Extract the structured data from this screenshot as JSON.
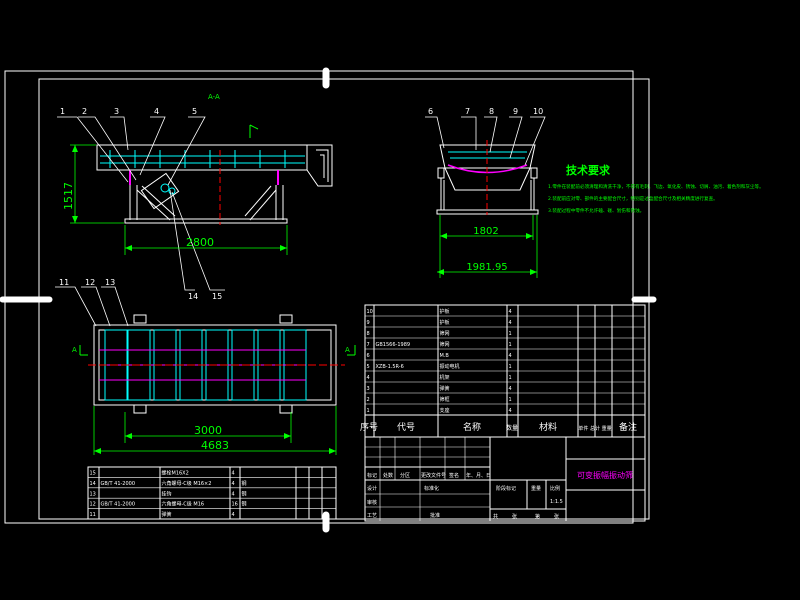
{
  "colors": {
    "background": "#000000",
    "frame": "#ffffff",
    "dimension": "#00ff00",
    "equipment": "#ffffff",
    "highlight": "#00ffff",
    "accent": "#ff00ff",
    "centerline": "#ff0000"
  },
  "section_marks": {
    "front_top": "A-A",
    "plan_left": "A",
    "plan_right": "A"
  },
  "balloons": {
    "front": [
      "1",
      "2",
      "3",
      "4",
      "5"
    ],
    "front_bottom": [
      "14",
      "15"
    ],
    "side": [
      "6",
      "7",
      "8",
      "9",
      "10"
    ],
    "plan": [
      "11",
      "12",
      "13"
    ]
  },
  "dimensions": {
    "front_height": "1517",
    "front_span": "2800",
    "side_inner": "1802",
    "side_outer": "1981.95",
    "plan_span": "3000",
    "plan_total": "4683"
  },
  "tech_requirements": {
    "title": "技术要求",
    "items": [
      "1.零件在装配前必须清理和清洗干净，不得有毛刺、飞边、氧化皮、锈蚀、切屑、油污、着色剂和灰尘等。",
      "2.装配前应对零、部件的主要配合尺寸，特别是过盈配合尺寸及相关精度进行复查。",
      "3.装配过程中零件不允许磕、碰、划伤和锈蚀。"
    ]
  },
  "bom_main": {
    "header": [
      "序号",
      "代号",
      "名称",
      "数量",
      "材料",
      "单件 总计 重量",
      "备注"
    ],
    "rows": [
      [
        "10",
        "",
        "护板",
        "4",
        "",
        "",
        ""
      ],
      [
        "9",
        "",
        "护板",
        "4",
        "",
        "",
        ""
      ],
      [
        "8",
        "",
        "筛网",
        "1",
        "",
        "",
        ""
      ],
      [
        "7",
        "GB1566-1989",
        "筛网",
        "1",
        "",
        "",
        ""
      ],
      [
        "6",
        "",
        "M.B",
        "4",
        "",
        "",
        ""
      ],
      [
        "5",
        "XZB-1.5R-6",
        "振动电机",
        "1",
        "",
        "",
        ""
      ],
      [
        "4",
        "",
        "机架",
        "1",
        "",
        "",
        ""
      ],
      [
        "3",
        "",
        "弹簧",
        "4",
        "",
        "",
        ""
      ],
      [
        "2",
        "",
        "筛框",
        "1",
        "",
        "",
        ""
      ],
      [
        "1",
        "",
        "支座",
        "4",
        "",
        "",
        ""
      ]
    ]
  },
  "bom_left": {
    "rows": [
      [
        "15",
        "",
        "螺栓M16X2",
        "4",
        "",
        "",
        ""
      ],
      [
        "14",
        "GB/T 41-2000",
        "六角螺母-C级 M16×2",
        "4",
        "钢",
        "",
        ""
      ],
      [
        "13",
        "",
        "挂钩",
        "4",
        "钢",
        "",
        ""
      ],
      [
        "12",
        "GB/T 41-2000",
        "六角螺母-C级 M16",
        "16",
        "钢",
        "",
        ""
      ],
      [
        "11",
        "",
        "弹簧",
        "4",
        "",
        "",
        ""
      ]
    ]
  },
  "title_block": {
    "drawing_title": "可变振幅振动筛",
    "labels": [
      "标记",
      "处数",
      "分区",
      "更改文件号",
      "签名",
      "年、月、日"
    ],
    "roles": [
      "设计",
      "标准化",
      "审核",
      "工艺",
      "批准"
    ],
    "stage_header": [
      "阶段标记",
      "重量",
      "比例"
    ],
    "scale": "1:1.5",
    "sheets": [
      "共",
      "张",
      "第",
      "张"
    ]
  }
}
